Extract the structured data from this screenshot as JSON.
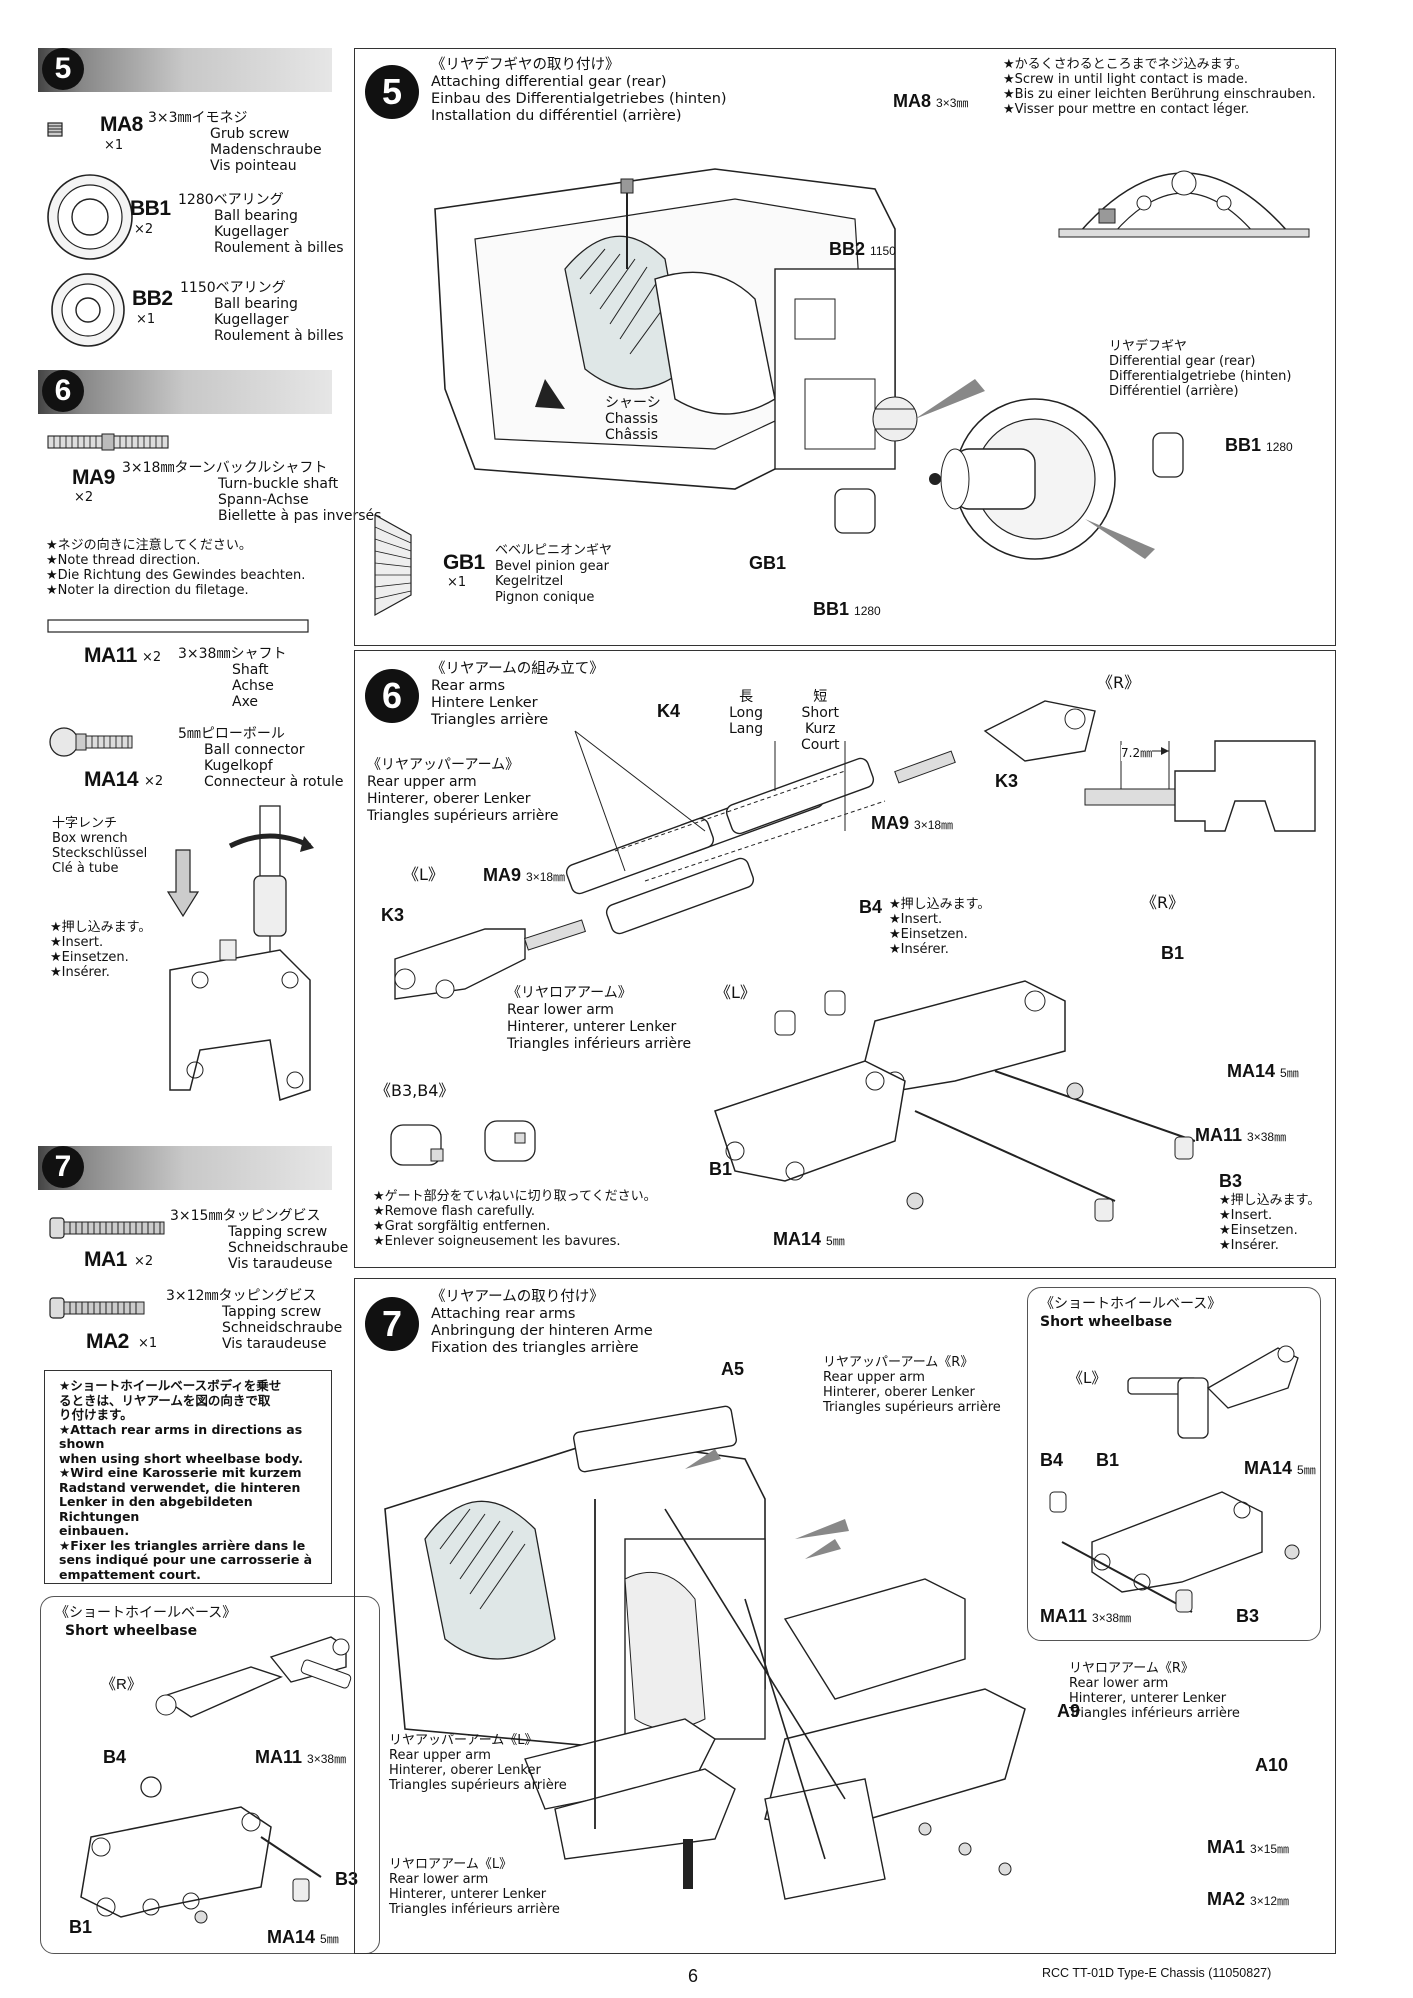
{
  "left": {
    "step5": {
      "num": "5",
      "parts": [
        {
          "code": "MA8",
          "qty": "×1",
          "size_jp": "3×3㎜イモネジ",
          "en": "Grub screw",
          "de": "Madenschraube",
          "fr": "Vis pointeau"
        },
        {
          "code": "BB1",
          "qty": "×2",
          "size_jp": "1280ベアリング",
          "en": "Ball bearing",
          "de": "Kugellager",
          "fr": "Roulement à billes"
        },
        {
          "code": "BB2",
          "qty": "×1",
          "size_jp": "1150ベアリング",
          "en": "Ball bearing",
          "de": "Kugellager",
          "fr": "Roulement à billes"
        }
      ]
    },
    "step6": {
      "num": "6",
      "ma9": {
        "code": "MA9",
        "qty": "×2",
        "size_jp": "3×18㎜ターンバックルシャフト",
        "en": "Turn-buckle shaft",
        "de": "Spann-Achse",
        "fr": "Biellette à pas inversés"
      },
      "note": [
        "★ネジの向きに注意してください。",
        "★Note thread direction.",
        "★Die Richtung des Gewindes beachten.",
        "★Noter la direction du filetage."
      ],
      "ma11": {
        "code": "MA11",
        "qty": "×2",
        "size_jp": "3×38㎜シャフト",
        "en": "Shaft",
        "de": "Achse",
        "fr": "Axe"
      },
      "ma14": {
        "code": "MA14",
        "qty": "×2",
        "size_jp": "5㎜ピローボール",
        "en": "Ball connector",
        "de": "Kugelkopf",
        "fr": "Connecteur à rotule"
      },
      "wrench": [
        "十字レンチ",
        "Box wrench",
        "Steckschlüssel",
        "Clé à tube"
      ],
      "insert": [
        "★押し込みます。",
        "★Insert.",
        "★Einsetzen.",
        "★Insérer."
      ]
    },
    "step7": {
      "num": "7",
      "ma1": {
        "code": "MA1",
        "qty": "×2",
        "size_jp": "3×15㎜タッピングビス",
        "en": "Tapping screw",
        "de": "Schneidschraube",
        "fr": "Vis taraudeuse"
      },
      "ma2": {
        "code": "MA2",
        "qty": "×1",
        "size_jp": "3×12㎜タッピングビス",
        "en": "Tapping screw",
        "de": "Schneidschraube",
        "fr": "Vis taraudeuse"
      },
      "note": [
        "★ショートホイールベースボディを乗せ",
        "るときは、リヤアームを図の向きで取",
        "り付けます。",
        "★Attach rear arms in directions as shown",
        "when using short wheelbase body.",
        "★Wird eine Karosserie mit kurzem",
        "Radstand verwendet, die hinteren",
        "Lenker in den abgebildeten Richtungen",
        "einbauen.",
        "★Fixer les triangles arrière dans le",
        "sens indiqué pour une carrosserie à",
        "empattement court."
      ],
      "short_wb": {
        "title_jp": "《ショートホイールベース》",
        "title_en": "Short wheelbase",
        "r": "《R》",
        "b4": "B4",
        "ma11": "MA11",
        "ma11_size": "3×38㎜",
        "b3": "B3",
        "b1": "B1",
        "ma14": "MA14",
        "ma14_size": "5㎜"
      }
    }
  },
  "panel5": {
    "num": "5",
    "title": [
      "《リヤデフギヤの取り付け》",
      "Attaching differential gear (rear)",
      "Einbau des Differentialgetriebes (hinten)",
      "Installation du différentiel (arrière)"
    ],
    "note": [
      "★かるくさわるところまでネジ込みます。",
      "★Screw in until light contact is made.",
      "★Bis zu einer leichten Berührung einschrauben.",
      "★Visser pour mettre en contact léger."
    ],
    "ma8": "MA8",
    "ma8_size": "3×3㎜",
    "chassis": [
      "シャーシ",
      "Chassis",
      "Châssis"
    ],
    "bb2": "BB2",
    "bb2_size": "1150",
    "diff": [
      "リヤデフギヤ",
      "Differential gear (rear)",
      "Differentialgetriebe (hinten)",
      "Différentiel (arrière)"
    ],
    "bb1a": "BB1",
    "bb1a_size": "1280",
    "gb1": "GB1",
    "gb1_part": {
      "code": "GB1",
      "qty": "×1",
      "jp": "ベベルピニオンギヤ",
      "en": "Bevel pinion gear",
      "de": "Kegelritzel",
      "fr": "Pignon conique"
    },
    "bb1b": "BB1",
    "bb1b_size": "1280"
  },
  "panel6": {
    "num": "6",
    "title": [
      "《リヤアームの組み立て》",
      "Rear arms",
      "Hintere Lenker",
      "Triangles arrière"
    ],
    "upper": [
      "《リヤアッパーアーム》",
      "Rear upper arm",
      "Hinterer, oberer Lenker",
      "Triangles supérieurs arrière"
    ],
    "k4": "K4",
    "long": [
      "長",
      "Long",
      "Lang"
    ],
    "short": [
      "短",
      "Short",
      "Kurz",
      "Court"
    ],
    "r1": "《R》",
    "dim": "7.2㎜",
    "k3r": "K3",
    "ma9r": "MA9",
    "ma9r_size": "3×18㎜",
    "l1": "《L》",
    "ma9l": "MA9",
    "ma9l_size": "3×18㎜",
    "k3l": "K3",
    "b4": "B4",
    "b4_note": [
      "★押し込みます。",
      "★Insert.",
      "★Einsetzen.",
      "★Insérer."
    ],
    "r2": "《R》",
    "b1r": "B1",
    "lower": [
      "《リヤロアアーム》",
      "Rear lower arm",
      "Hinterer, unterer Lenker",
      "Triangles inférieurs arrière"
    ],
    "l2": "《L》",
    "ma14r": "MA14",
    "ma14r_size": "5㎜",
    "b3b4": "《B3,B4》",
    "ma11": "MA11",
    "ma11_size": "3×38㎜",
    "b1l": "B1",
    "flash": [
      "★ゲート部分をていねいに切り取ってください。",
      "★Remove flash carefully.",
      "★Grat sorgfältig entfernen.",
      "★Enlever soigneusement les bavures."
    ],
    "b3": "B3",
    "b3_note": [
      "★押し込みます。",
      "★Insert.",
      "★Einsetzen.",
      "★Insérer."
    ],
    "ma14l": "MA14",
    "ma14l_size": "5㎜"
  },
  "panel7": {
    "num": "7",
    "title": [
      "《リヤアームの取り付け》",
      "Attaching rear arms",
      "Anbringung der hinteren Arme",
      "Fixation des triangles arrière"
    ],
    "a5": "A5",
    "upper_r": [
      "リヤアッパーアーム《R》",
      "Rear upper arm",
      "Hinterer, oberer Lenker",
      "Triangles supérieurs arrière"
    ],
    "swb": {
      "title_jp": "《ショートホイールベース》",
      "title_en": "Short wheelbase",
      "l": "《L》",
      "b4": "B4",
      "b1": "B1",
      "ma14": "MA14",
      "ma14_size": "5㎜",
      "ma11": "MA11",
      "ma11_size": "3×38㎜",
      "b3": "B3"
    },
    "lower_r": [
      "リヤロアアーム《R》",
      "Rear lower arm",
      "Hinterer, unterer Lenker",
      "Triangles inférieurs arrière"
    ],
    "a9": "A9",
    "a10": "A10",
    "upper_l": [
      "リヤアッパーアーム《L》",
      "Rear upper arm",
      "Hinterer, oberer Lenker",
      "Triangles supérieurs arrière"
    ],
    "lower_l": [
      "リヤロアアーム《L》",
      "Rear lower arm",
      "Hinterer, unterer Lenker",
      "Triangles inférieurs arrière"
    ],
    "ma1": "MA1",
    "ma1_size": "3×15㎜",
    "ma2": "MA2",
    "ma2_size": "3×12㎜"
  },
  "footer": {
    "page": "6",
    "model": "RCC TT-01D Type-E Chassis (11050827)"
  }
}
